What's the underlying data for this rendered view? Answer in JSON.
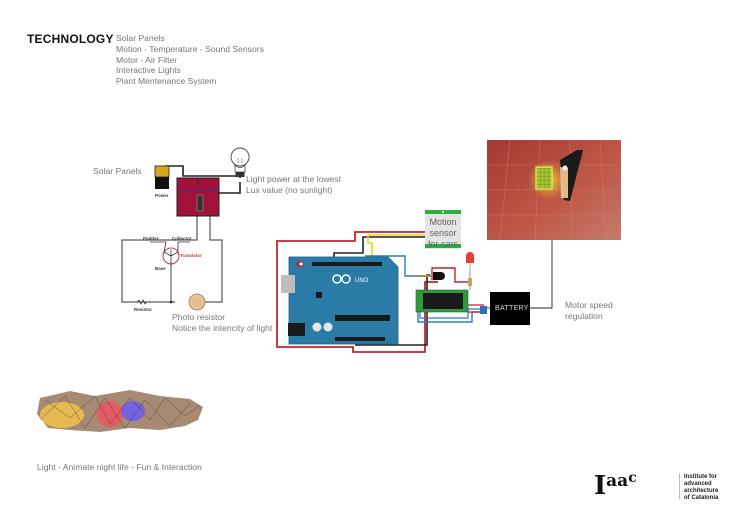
{
  "header": {
    "title": "TECHNOLOGY",
    "items": [
      "Solar Panels",
      "Motion - Temperature - Sound Sensors",
      "Motor - Air Filter",
      "Interactive Lights",
      "Plant Mentenance System"
    ]
  },
  "circuit": {
    "solar_panels_label": "Solar Panels",
    "power_label": "Power",
    "light_label_line1": "Light power at the lowest",
    "light_label_line2": "Lux value (no sunlight)",
    "emitter_label": "Emitter",
    "collector_label": "Collector",
    "transistor_label": "Transistor",
    "base_label": "Base",
    "resistor_label": "Resistor",
    "photo_resistor_line1": "Photo resistor",
    "photo_resistor_line2": "Notice the intencity of light"
  },
  "arduino": {
    "board_label": "UNO",
    "motion_sensor_lines": [
      "Motion",
      "sensor",
      "for cars"
    ],
    "battery_label": "BATTERY",
    "motor_label_line1": "Motor speed",
    "motor_label_line2": "regulation"
  },
  "light_render": {
    "caption": "Light - Animate night life - Fun & Interaction"
  },
  "logo": {
    "mark": "Iaac",
    "tagline": [
      "Institute for",
      "advanced",
      "architecture",
      "of Catalonia"
    ]
  },
  "colors": {
    "wire_red": "#c4242b",
    "wire_black": "#222222",
    "wire_yellow": "#f0d11c",
    "wire_blue": "#2f78c4",
    "arduino_blue": "#2a7ca6",
    "solar_box": "#a3123a",
    "relay_green": "#2e9a3c",
    "sensor_green": "#2cae3c",
    "tile_red": "#b5493e"
  }
}
